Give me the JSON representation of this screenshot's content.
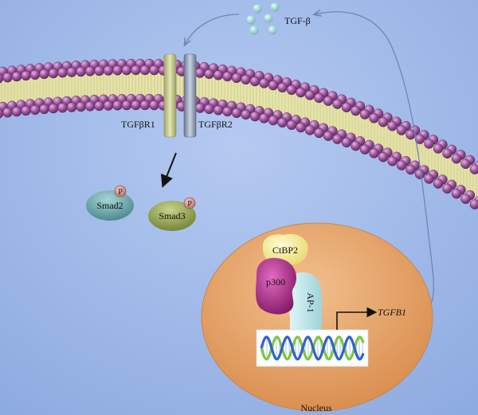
{
  "labels": {
    "ligand": "TGF-β",
    "receptor1": "TGFβR1",
    "receptor2": "TGFβR2",
    "smad2": "Smad2",
    "smad3": "Smad3",
    "phospho": "P",
    "ctbp2": "CtBP2",
    "p300": "p300",
    "ap1": "AP-1",
    "gene": "TGFB1",
    "nucleus": "Nucleus"
  },
  "colors": {
    "background": "#9db7e6",
    "lipid_head": "#9b4f9a",
    "lipid_tail": "#e8e48a",
    "nucleus": "#e6a46a",
    "receptor1": "#c7c98a",
    "receptor2": "#8d9bb0",
    "smad2": "#5f9ea2",
    "smad3": "#8f9e4c",
    "phospho": "#d9908a",
    "ctbp2": "#f6ef8a",
    "p300": "#b8238f",
    "ap1": "#bde7ea",
    "dna_strand1": "#2f62c9",
    "dna_strand2": "#7cc642",
    "ligand": "#9fd0cf"
  },
  "icons": [
    "tgf-beta-molecule-icon",
    "phosphate-icon",
    "dna-helix-icon"
  ]
}
